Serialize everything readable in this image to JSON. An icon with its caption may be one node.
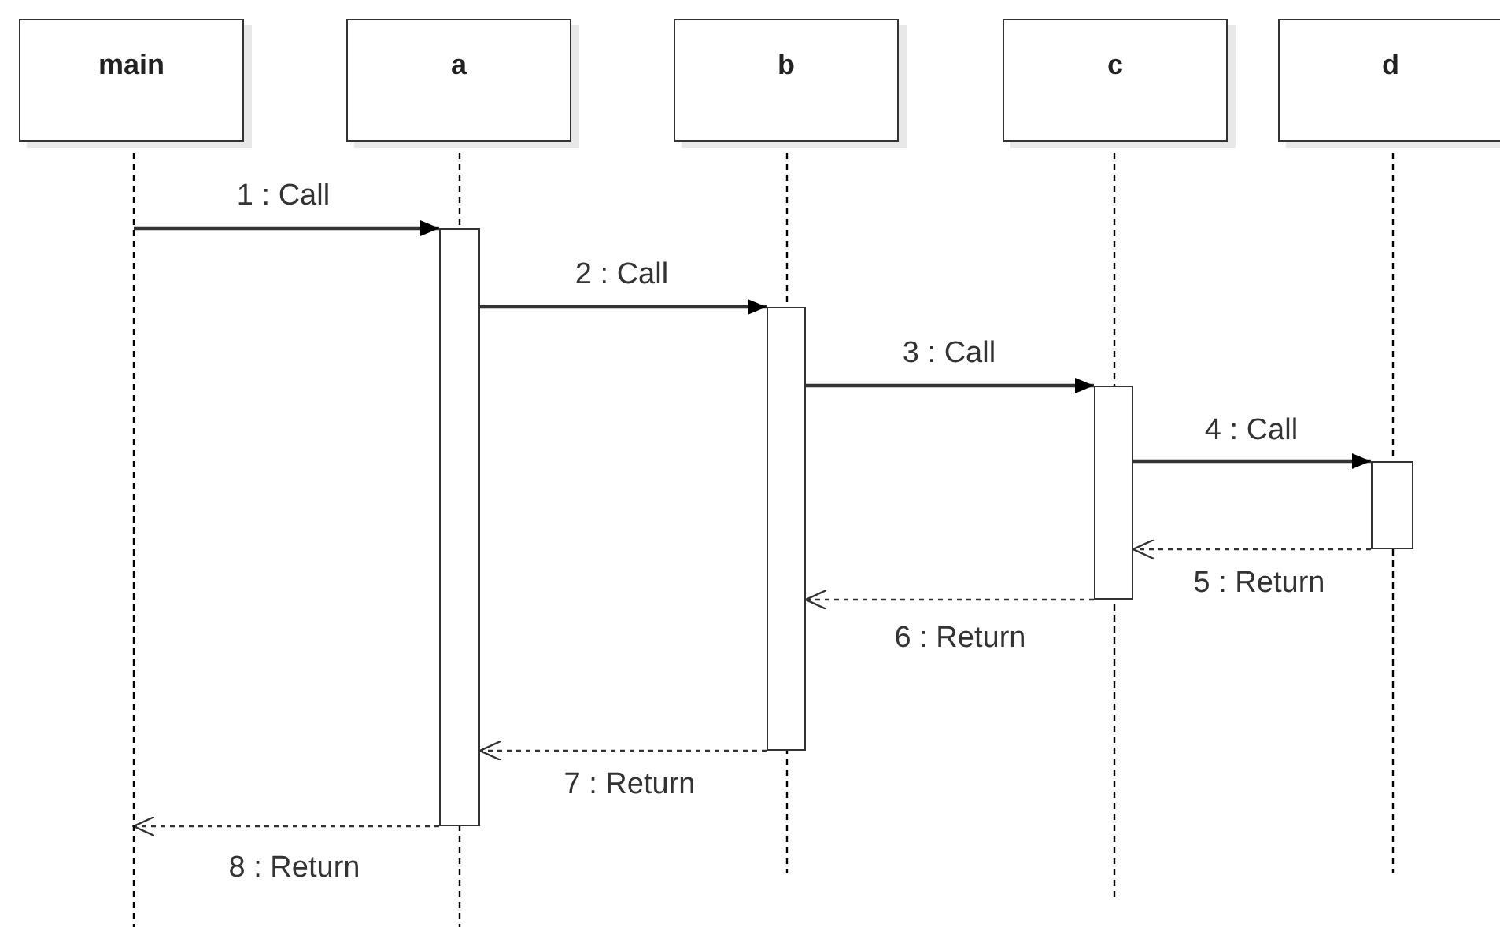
{
  "diagram": {
    "nodes": [
      {
        "text": [
          "main"
        ]
      },
      {
        "text": [
          "a"
        ]
      },
      {
        "text": [
          "b"
        ]
      },
      {
        "text": [
          "c"
        ]
      },
      {
        "text": [
          "d"
        ]
      },
      {
        "text": [],
        "shape": "bar",
        "in": 1
      },
      {
        "text": [],
        "shape": "bar",
        "in": 2
      },
      {
        "text": [],
        "shape": "bar",
        "in": 3
      },
      {
        "text": [],
        "shape": "bar",
        "in": 4
      }
    ],
    "edges": [
      {
        "from": 0,
        "to": 5,
        "arrow": "to",
        "label": "1 : Call"
      },
      {
        "from": 5,
        "to": 6,
        "arrow": "to",
        "label": "2 : Call"
      },
      {
        "from": 6,
        "to": 7,
        "arrow": "to",
        "label": "3 : Call"
      },
      {
        "from": 7,
        "to": 8,
        "arrow": "to",
        "label": "4 : Call"
      },
      {
        "from": 8,
        "to": 7,
        "arrow": "to",
        "label": "5 : Return",
        "style": "dashed"
      },
      {
        "from": 7,
        "to": 6,
        "arrow": "to",
        "label": "6 : Return",
        "style": "dashed"
      },
      {
        "from": 6,
        "to": 5,
        "arrow": "to",
        "label": "7 : Return",
        "style": "dashed"
      },
      {
        "from": 5,
        "to": 0,
        "arrow": "to",
        "label": "8 : Return",
        "style": "dashed"
      }
    ]
  }
}
